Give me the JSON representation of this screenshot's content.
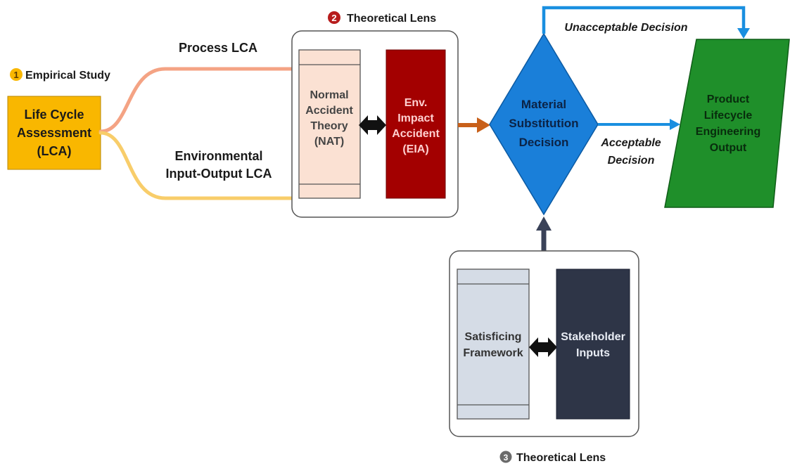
{
  "step1": {
    "badge": "1",
    "title": "Empirical Study"
  },
  "lca_box": {
    "line1": "Life Cycle",
    "line2": "Assessment",
    "line3": "(LCA)"
  },
  "branches": {
    "process": "Process LCA",
    "eio_line1": "Environmental",
    "eio_line2": "Input-Output LCA"
  },
  "step2": {
    "badge": "2",
    "title": "Theoretical Lens"
  },
  "nat_box": {
    "line1": "Normal",
    "line2": "Accident",
    "line3": "Theory",
    "line4": "(NAT)"
  },
  "eia_box": {
    "line1": "Env.",
    "line2": "Impact",
    "line3": "Accident",
    "line4": "(EIA)"
  },
  "decision": {
    "line1": "Material",
    "line2": "Substitution",
    "line3": "Decision"
  },
  "unacceptable": "Unacceptable Decision",
  "acceptable": {
    "line1": "Acceptable",
    "line2": "Decision"
  },
  "output_box": {
    "line1": "Product",
    "line2": "Lifecycle",
    "line3": "Engineering",
    "line4": "Output"
  },
  "step3": {
    "badge": "3",
    "title": "Theoretical Lens"
  },
  "satisficing_box": {
    "line1": "Satisficing",
    "line2": "Framework"
  },
  "stakeholder_box": {
    "line1": "Stakeholder",
    "line2": "Inputs"
  },
  "colors": {
    "lca": "#f9b700",
    "process_curve": "#f4a384",
    "eio_curve": "#f8cd6a",
    "nat": "#fbe1d3",
    "eia": "#a30000",
    "decision": "#1a7fd9",
    "blue_arrow": "#1a8fe0",
    "orange_arrow": "#c8601a",
    "output": "#1f8f2a",
    "satisficing": "#d5dce6",
    "stakeholder": "#2e3547",
    "navy_arrow": "#3a4258",
    "badge2": "#b71c1c",
    "badge3": "#6b6b6b"
  }
}
